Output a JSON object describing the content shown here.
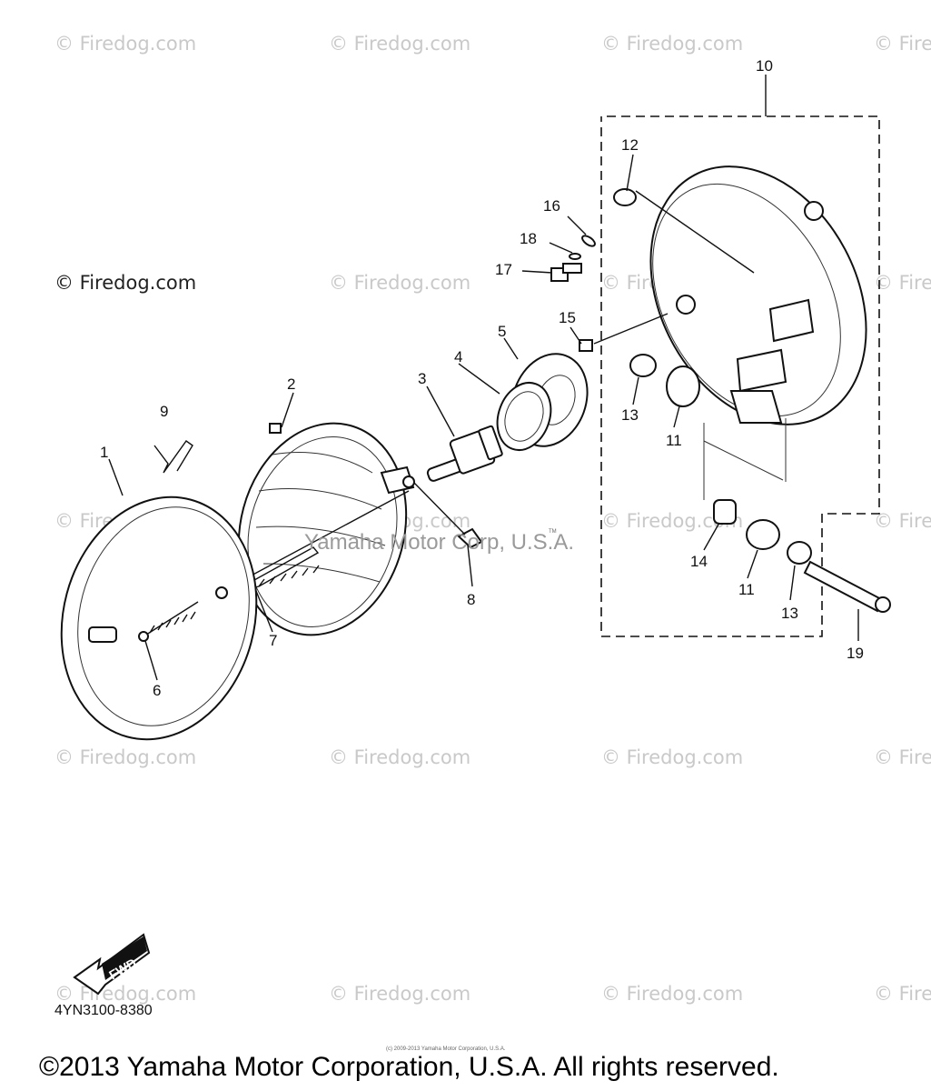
{
  "watermark": "© Firedog.com",
  "watermark_partial": "© Fire",
  "center_watermark": "Yamaha Motor Corp, U.S.A.",
  "tm_mark": "TM",
  "fwd_label": "FWD",
  "diagram_code": "4YN3100-8380",
  "tiny_notice": "(c) 2009-2013 Yamaha Motor Corporation, U.S.A.",
  "copyright": "©2013 Yamaha Motor Corporation, U.S.A. All rights reserved.",
  "callouts": [
    "1",
    "2",
    "3",
    "4",
    "5",
    "6",
    "7",
    "8",
    "9",
    "10",
    "11",
    "11",
    "12",
    "13",
    "13",
    "14",
    "15",
    "16",
    "17",
    "18",
    "19"
  ]
}
